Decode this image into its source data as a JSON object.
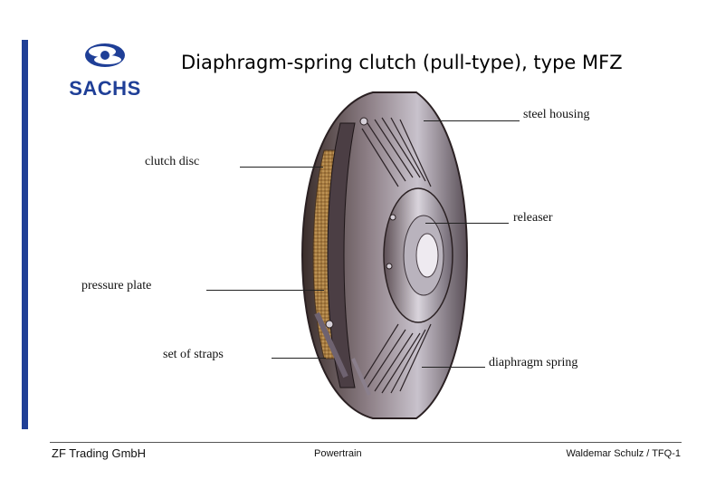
{
  "brand": {
    "logo_text": "SACHS",
    "color": "#1f3f97"
  },
  "slide": {
    "title": "Diaphragm-spring clutch (pull-type), type MFZ"
  },
  "callouts": {
    "steel_housing": "steel housing",
    "clutch_disc": "clutch disc",
    "releaser": "releaser",
    "pressure_plate": "pressure plate",
    "set_of_straps": "set of straps",
    "diaphragm_spring": "diaphragm spring"
  },
  "footer": {
    "company": "ZF Trading GmbH",
    "section": "Powertrain",
    "author_ref": "Waldemar Schulz / TFQ-1"
  }
}
